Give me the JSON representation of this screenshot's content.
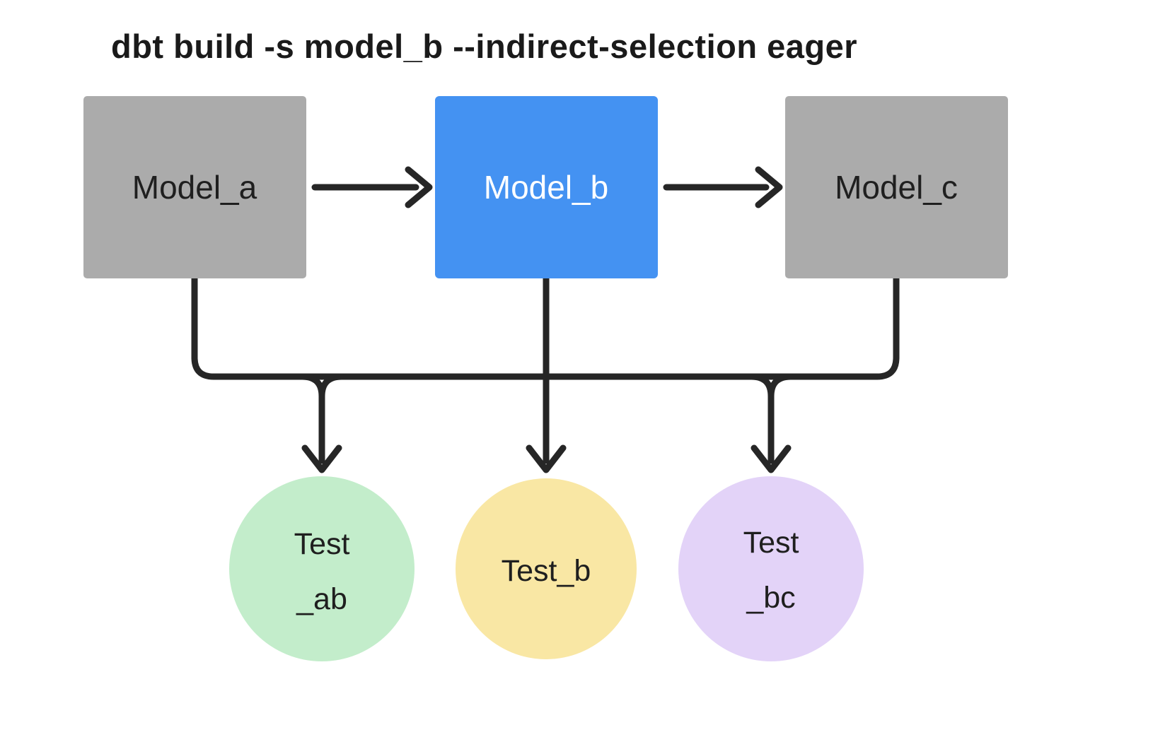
{
  "title": "dbt build -s model_b --indirect-selection eager",
  "colors": {
    "background": "#ffffff",
    "title_text": "#1a1a1a",
    "edge": "#262626",
    "model_default_fill": "#ababab",
    "model_selected_fill": "#4492f2",
    "model_default_text": "#1f1f1f",
    "model_selected_text": "#ffffff",
    "test_ab_fill": "#c3edcb",
    "test_b_fill": "#f9e7a4",
    "test_bc_fill": "#e3d3f8",
    "test_text": "#1f1f1f"
  },
  "nodes": {
    "model_a": {
      "label": "Model_a",
      "type": "model",
      "state": "upstream"
    },
    "model_b": {
      "label": "Model_b",
      "type": "model",
      "state": "selected"
    },
    "model_c": {
      "label": "Model_c",
      "type": "model",
      "state": "downstream"
    },
    "test_ab": {
      "line1": "Test",
      "line2": "_ab",
      "type": "test"
    },
    "test_b": {
      "label": "Test_b",
      "type": "test"
    },
    "test_bc": {
      "line1": "Test",
      "line2": "_bc",
      "type": "test"
    }
  },
  "edges": [
    {
      "from": "model_a",
      "to": "model_b"
    },
    {
      "from": "model_b",
      "to": "model_c"
    },
    {
      "from": "model_a",
      "to": "test_ab"
    },
    {
      "from": "model_b",
      "to": "test_ab"
    },
    {
      "from": "model_b",
      "to": "test_b"
    },
    {
      "from": "model_b",
      "to": "test_bc"
    },
    {
      "from": "model_c",
      "to": "test_bc"
    }
  ]
}
